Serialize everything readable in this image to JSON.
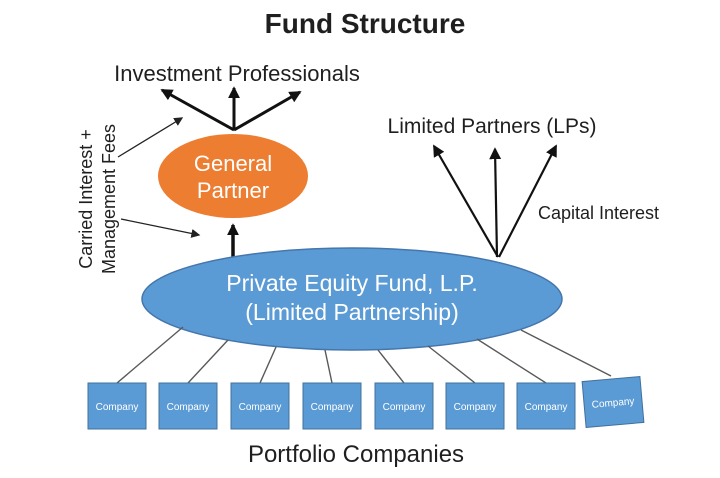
{
  "title": "Fund Structure",
  "colors": {
    "orange": "#ED7D31",
    "blue": "#5B9BD5",
    "blue_border": "#4576AC",
    "text": "#1f1f1f",
    "connector": "#595959",
    "arrow": "#111111"
  },
  "labels": {
    "investment_professionals": "Investment Professionals",
    "carried_interest": "Carried Interest +",
    "management_fees": "Management Fees",
    "limited_partners": "Limited Partners (LPs)",
    "capital_interest": "Capital Interest",
    "portfolio_companies": "Portfolio Companies"
  },
  "nodes": {
    "general_partner": {
      "line1": "General",
      "line2": "Partner"
    },
    "pe_fund": {
      "line1": "Private Equity Fund, L.P.",
      "line2": "(Limited Partnership)"
    },
    "companies": [
      {
        "label": "Company"
      },
      {
        "label": "Company"
      },
      {
        "label": "Company"
      },
      {
        "label": "Company"
      },
      {
        "label": "Company"
      },
      {
        "label": "Company"
      },
      {
        "label": "Company"
      },
      {
        "label": "Company"
      }
    ]
  }
}
